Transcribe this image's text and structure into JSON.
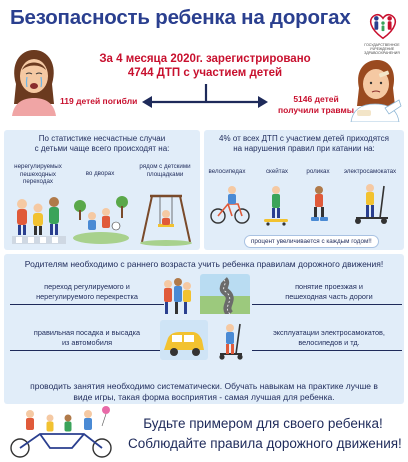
{
  "header": {
    "title": "Безопасность ребенка на дорогах",
    "logo_text": "ГОСУДАРСТВЕННОЕ УЧРЕЖДЕНИЕ ЗДРАВООХРАНЕНИЯ"
  },
  "stats": {
    "headline_line1": "За 4 месяца 2020г. зарегистрировано",
    "headline_line2": "4744 ДТП с участием детей",
    "died": "119 детей погибли",
    "injured_line1": "5146 детей",
    "injured_line2": "получили травмы"
  },
  "left_panel": {
    "title_line1": "По статистике несчастные случаи",
    "title_line2": "с детьми чаще всего происходят на:",
    "items": [
      {
        "line1": "нерегулируемых",
        "line2": "пешеходных",
        "line3": "переходах"
      },
      {
        "line1": "во дворах",
        "line2": "",
        "line3": ""
      },
      {
        "line1": "рядом с детскими",
        "line2": "площадками",
        "line3": ""
      }
    ]
  },
  "right_panel": {
    "title_line1": "4% от всех ДТП с участием детей приходятся",
    "title_line2": "на нарушения правил при катании на:",
    "items": [
      "велосипедах",
      "скейтах",
      "роликах",
      "электросамокатах"
    ],
    "note": "процент увеличивается с каждым годом!!"
  },
  "rules_panel": {
    "title": "Родителям необходимо с раннего возраста учить ребенка правилам дорожного движения!",
    "item1_line1": "переход регулируемого и",
    "item1_line2": "нерегулируемого перекрестка",
    "item2_line1": "понятие проезжая и",
    "item2_line2": "пешеходная часть дороги",
    "item3_line1": "правильная посадка и высадка",
    "item3_line2": "из автомобиля",
    "item4_line1": "эксплуатации электросамокатов,",
    "item4_line2": "велосипедов и тд.",
    "bottom_line1": "проводить занятия необходимо систематически. Обучать навыкам на практике лучше в",
    "bottom_line2": "виде игры, такая форма восприятия - самая лучшая для ребенка."
  },
  "footer": {
    "line1": "Будьте примером для своего ребенка!",
    "line2": "Соблюдайте правила дорожного движения!"
  },
  "colors": {
    "title": "#2a3f8f",
    "accent_red": "#c8102e",
    "panel_bg": "#e1edf9",
    "text_navy": "#1e2a5a"
  }
}
